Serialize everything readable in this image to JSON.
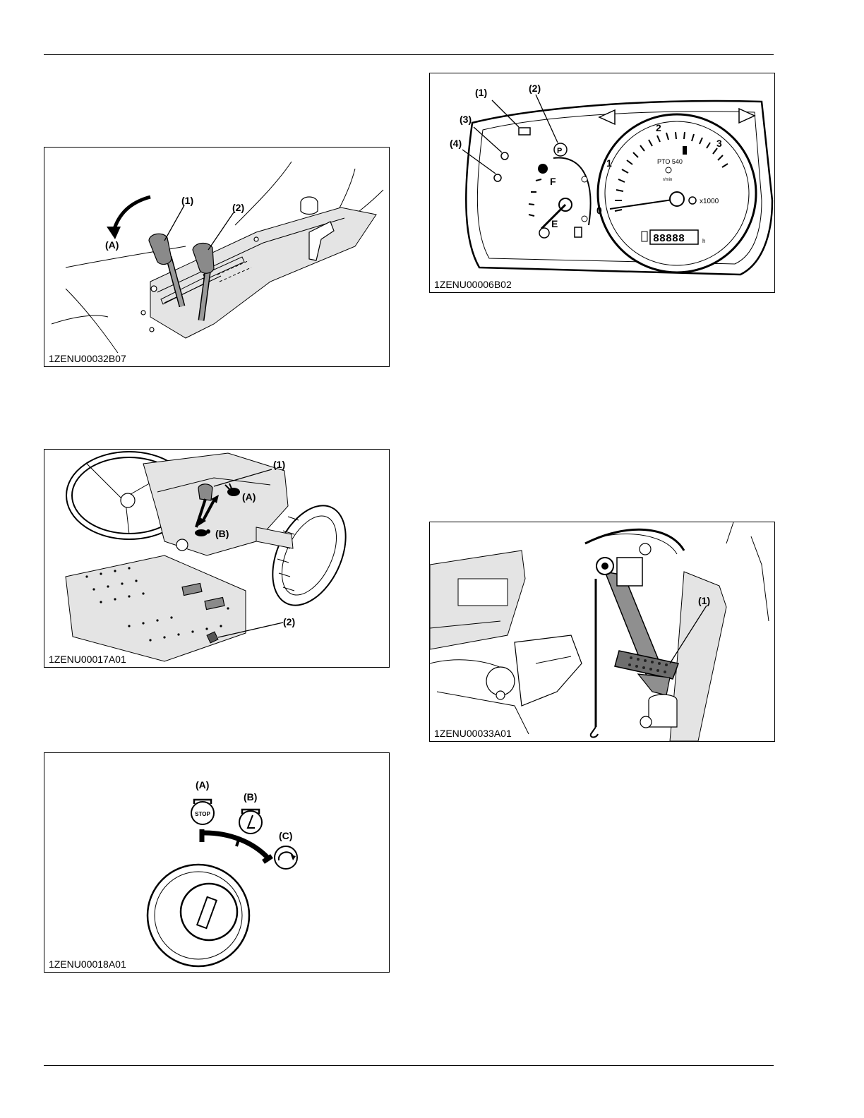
{
  "figures": {
    "fig_levers": {
      "caption": "1ZENU00032B07",
      "labels": {
        "n1": "(1)",
        "n2": "(2)",
        "a": "(A)"
      }
    },
    "fig_hilo": {
      "caption": "1ZENU00017A01",
      "labels": {
        "n1": "(1)",
        "n2": "(2)",
        "a": "(A)",
        "b": "(B)"
      }
    },
    "fig_key": {
      "caption": "1ZENU00018A01",
      "labels": {
        "a": "(A)",
        "b": "(B)",
        "c": "(C)",
        "stop": "STOP"
      }
    },
    "fig_dash": {
      "caption": "1ZENU00006B02",
      "labels": {
        "n1": "(1)",
        "n2": "(2)",
        "n3": "(3)",
        "n4": "(4)"
      },
      "gauge": {
        "t0": "0",
        "t1": "1",
        "t2": "2",
        "t3": "3",
        "pto": "PTO 540",
        "unit": "r/min",
        "mult": "x1000",
        "hours": "88888",
        "hours_unit": "h",
        "fuel_f": "F",
        "fuel_e": "E"
      }
    },
    "fig_pedal": {
      "caption": "1ZENU00033A01",
      "labels": {
        "n1": "(1)"
      }
    }
  }
}
